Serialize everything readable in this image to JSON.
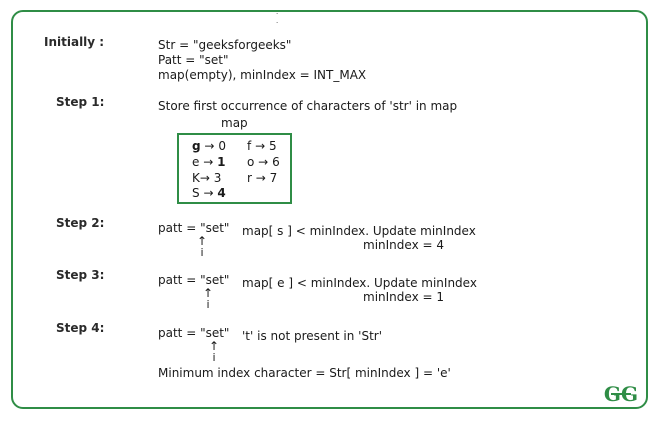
{
  "initially": {
    "label": "Initially :",
    "lines": [
      "Str = \"geeksforgeeks\"",
      "Patt = \"set\"",
      "map(empty), minIndex = INT_MAX"
    ]
  },
  "step1": {
    "label": "Step 1:",
    "desc": "Store first occurrence of characters of 'str' in map",
    "map_title": "map",
    "map_entries": [
      {
        "key": "g",
        "value": "0"
      },
      {
        "key": "e",
        "value": "1"
      },
      {
        "key": "K",
        "value": "3"
      },
      {
        "key": "S",
        "value": "4"
      },
      {
        "key": "f",
        "value": "5"
      },
      {
        "key": "o",
        "value": "6"
      },
      {
        "key": "r",
        "value": "7"
      }
    ],
    "arrow": "→"
  },
  "step2": {
    "label": "Step 2:",
    "patt": "patt = \"set\"",
    "pointer_arrow": "↑",
    "pointer_label": "i",
    "line1": "map[ s ] < minIndex.  Update minIndex",
    "line2": "minIndex = 4"
  },
  "step3": {
    "label": "Step 3:",
    "patt": "patt = \"set\"",
    "pointer_arrow": "↑",
    "pointer_label": "i",
    "line1": "map[ e ] < minIndex.  Update minIndex",
    "line2": "minIndex = 1"
  },
  "step4": {
    "label": "Step 4:",
    "patt": "patt = \"set\"",
    "pointer_arrow": "↑",
    "pointer_label": "i",
    "line1": "'t' is not present in 'Str'",
    "result": "Minimum index character = Str[ minIndex ] = 'e'"
  },
  "colors": {
    "frame": "#2f8d46",
    "logo": "#2f8d46"
  },
  "logo": {
    "icon": "geeksforgeeks-logo-icon",
    "text": "GG"
  }
}
